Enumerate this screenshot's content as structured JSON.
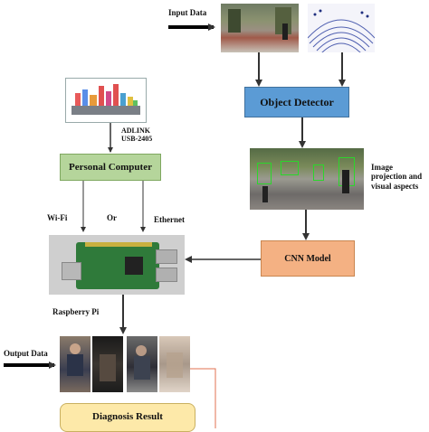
{
  "labels": {
    "input_data": "Input Data",
    "object_detector": "Object Detector",
    "image_projection": "Image\nprojection and\nvisual aspects",
    "cnn_model": "CNN Model",
    "adlink": "ADLINK\nUSB-2405",
    "personal_computer": "Personal Computer",
    "wifi": "Wi-Fi",
    "or": "Or",
    "ethernet": "Ethernet",
    "raspberry_pi": "Raspberry Pi",
    "output_data": "Output Data",
    "diagnosis_result": "Diagnosis Result"
  },
  "colors": {
    "object_detector_fill": "#5b9bd5",
    "cnn_model_fill": "#f4b183",
    "personal_computer_fill": "#b5d59b",
    "diagnosis_result_fill": "#fde9a9",
    "arrow": "#333333",
    "connector_red": "#e07050"
  }
}
